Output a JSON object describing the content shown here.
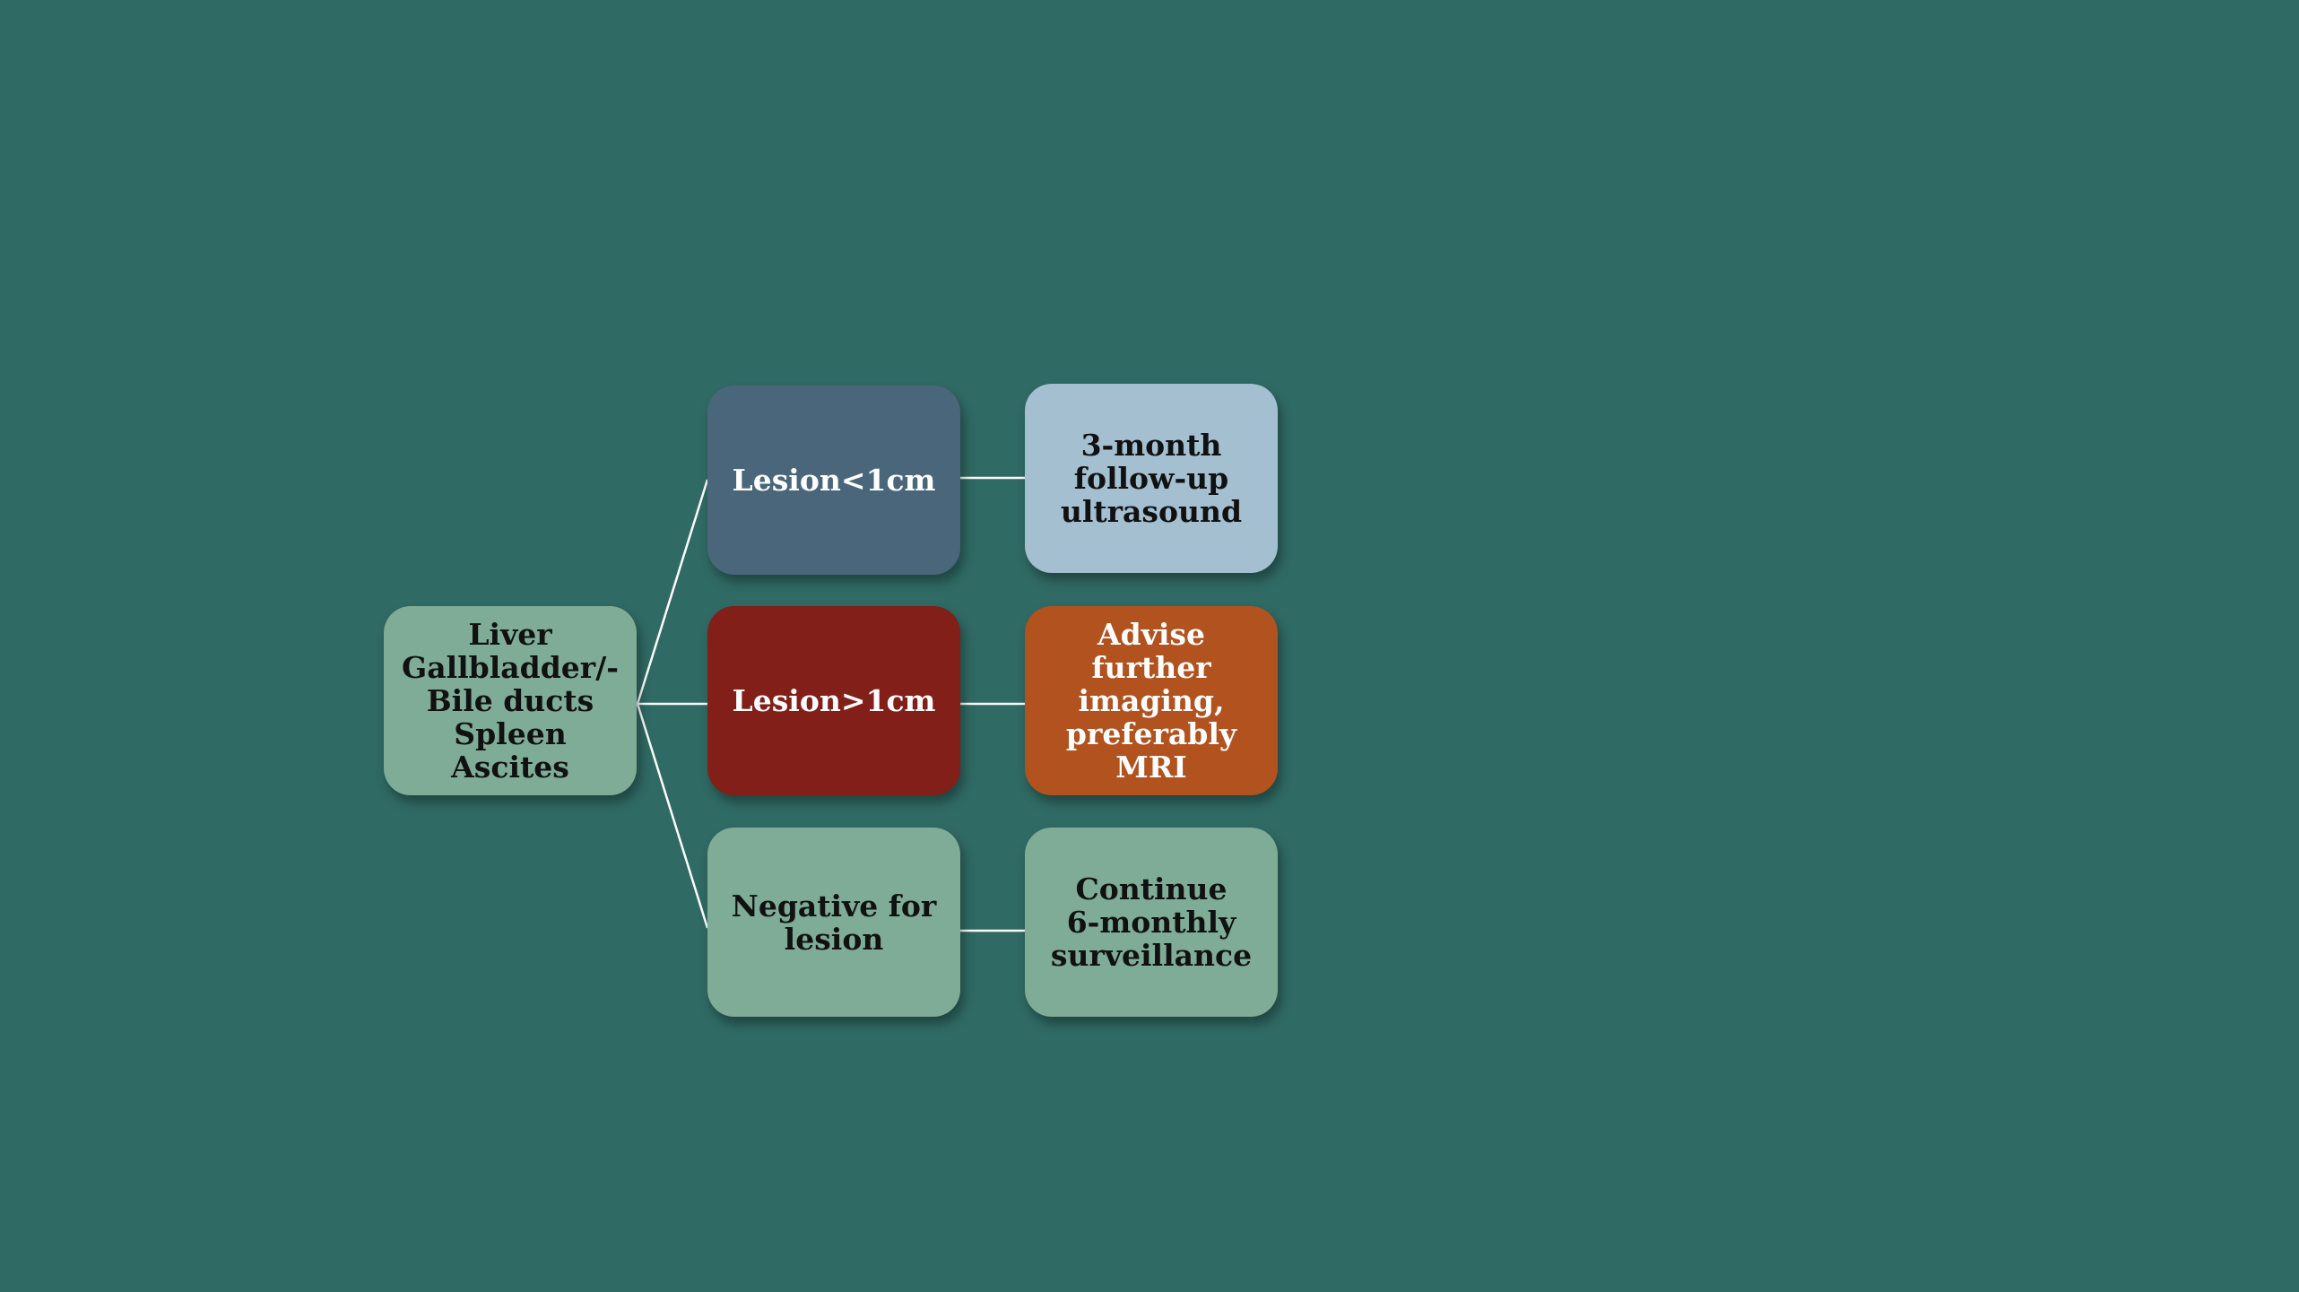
{
  "colors": {
    "background": "#306a64",
    "root_box": "#7fac96",
    "lesion_small_box": "#4a667a",
    "followup_box": "#a3bfd0",
    "lesion_large_box": "#821f18",
    "imaging_box": "#b1521f",
    "negative_box": "#7fac96",
    "continue_box": "#7fac96",
    "connector": "#ffffff"
  },
  "root": {
    "lines": [
      "Liver",
      "Gallbladder/-",
      "Bile ducts",
      "Spleen",
      "Ascites"
    ]
  },
  "branches": [
    {
      "finding": {
        "lines": [
          "Lesion<1cm"
        ]
      },
      "action": {
        "lines": [
          "3-month",
          "follow-up",
          "ultrasound"
        ]
      }
    },
    {
      "finding": {
        "lines": [
          "Lesion>1cm"
        ]
      },
      "action": {
        "lines": [
          "Advise further",
          "imaging,",
          "preferably MRI"
        ]
      }
    },
    {
      "finding": {
        "lines": [
          "Negative for",
          "lesion"
        ]
      },
      "action": {
        "lines": [
          "Continue",
          "6-monthly",
          "surveillance"
        ]
      }
    }
  ]
}
